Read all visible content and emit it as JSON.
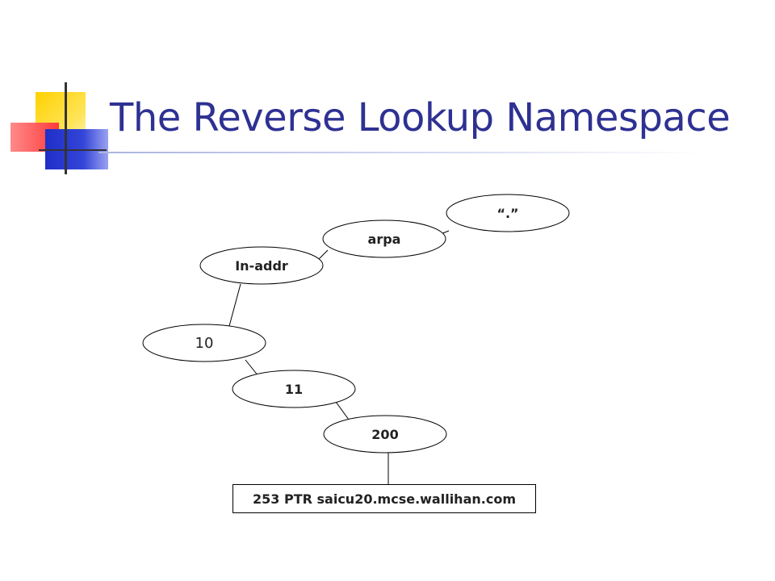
{
  "slide": {
    "title": "The Reverse Lookup Namespace"
  },
  "diagram": {
    "nodes": {
      "root": "“.”",
      "arpa": "arpa",
      "in_addr": "In-addr",
      "n10": "10",
      "n11": "11",
      "n200": "200"
    },
    "record": "253 PTR saicu20.mcse.wallihan.com"
  },
  "colors": {
    "title": "#2e3192",
    "accent_yellow": "#ffd200",
    "accent_red": "#ff3a3a",
    "accent_blue": "#1f2fc8"
  }
}
